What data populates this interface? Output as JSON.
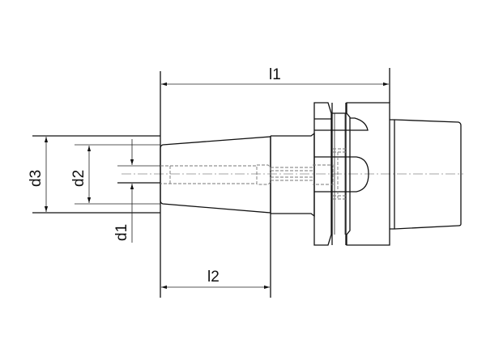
{
  "drawing": {
    "labels": {
      "l1": "l1",
      "l2": "l2",
      "d1": "d1",
      "d2": "d2",
      "d3": "d3"
    },
    "line_color": "#111111"
  }
}
